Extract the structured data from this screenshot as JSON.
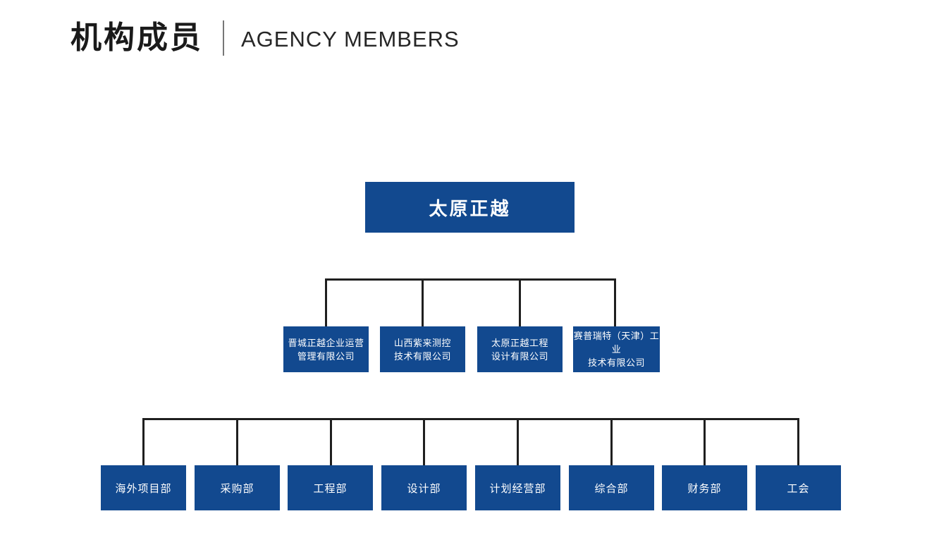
{
  "header": {
    "title_zh": "机构成员",
    "title_en": "AGENCY MEMBERS"
  },
  "org_chart": {
    "root": {
      "label": "太原正越"
    },
    "subsidiaries": [
      {
        "line1": "晋城正越企业运营",
        "line2": "管理有限公司"
      },
      {
        "line1": "山西紫来测控",
        "line2": "技术有限公司"
      },
      {
        "line1": "太原正越工程",
        "line2": "设计有限公司"
      },
      {
        "line1": "赛普瑞特（天津）工业",
        "line2": "技术有限公司"
      }
    ],
    "departments": [
      {
        "label": "海外项目部"
      },
      {
        "label": "采购部"
      },
      {
        "label": "工程部"
      },
      {
        "label": "设计部"
      },
      {
        "label": "计划经营部"
      },
      {
        "label": "综合部"
      },
      {
        "label": "财务部"
      },
      {
        "label": "工会"
      }
    ]
  },
  "colors": {
    "box_blue": "#12498f",
    "line_dark": "#1f1f1f",
    "divider_gray": "#777777",
    "title_dark": "#1a1a1a"
  }
}
